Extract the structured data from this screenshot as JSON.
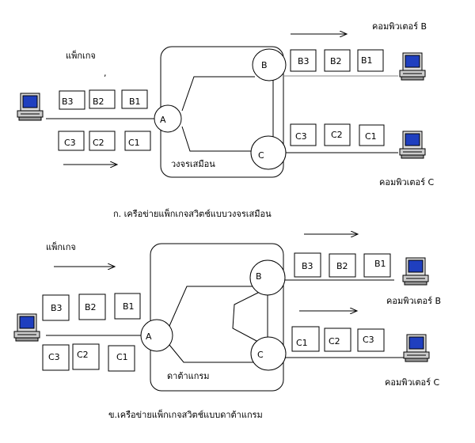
{
  "diagram_a": {
    "caption": "ก. เครือข่ายแพ็กเกจสวิตช์แบบวงจรเสมือน",
    "packet_label": "แพ็กเกจ",
    "network_label": "วงจรเสมือน",
    "node_a": "A",
    "node_b": "B",
    "node_c": "C",
    "computer_b": "คอมพิวเตอร์ B",
    "computer_c": "คอมพิวเตอร์ C",
    "left_top_packets": [
      "B3",
      "B2",
      "B1"
    ],
    "left_bottom_packets": [
      "C3",
      "C2",
      "C1"
    ],
    "right_top_packets": [
      "B3",
      "B2",
      "B1"
    ],
    "right_bottom_packets": [
      "C3",
      "C2",
      "C1"
    ]
  },
  "diagram_b": {
    "caption": "ข.เครือข่ายแพ็กเกจสวิตช์แบบดาต้าแกรม",
    "packet_label": "แพ็กเกจ",
    "network_label": "ดาต้าแกรม",
    "node_a": "A",
    "node_b": "B",
    "node_c": "C",
    "computer_b": "คอมพิวเตอร์ B",
    "computer_c": "คอมพิวเตอร์  C",
    "left_top_packets": [
      "B3",
      "B2",
      "B1"
    ],
    "left_bottom_packets": [
      "C3",
      "C2",
      "C1"
    ],
    "right_top_packets": [
      "B3",
      "B2",
      "B1"
    ],
    "right_bottom_packets": [
      "C1",
      "C2",
      "C3"
    ]
  },
  "colors": {
    "screen": "#1f3fbf",
    "line": "#000000",
    "background": "#ffffff"
  },
  "icons": [
    "computer-icon",
    "arrow-right-icon"
  ]
}
